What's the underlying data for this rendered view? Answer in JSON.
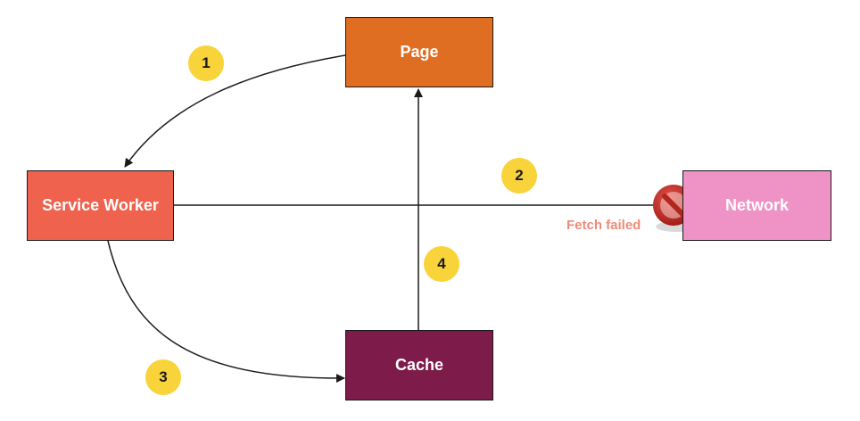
{
  "nodes": {
    "page": "Page",
    "service_worker": "Service Worker",
    "network": "Network",
    "cache": "Cache"
  },
  "steps": [
    "1",
    "2",
    "3",
    "4"
  ],
  "annotations": {
    "fetch_failed": "Fetch failed"
  },
  "icons": {
    "blocked": "no-entry-icon"
  },
  "colors": {
    "page": "#e06e22",
    "service_worker": "#ee624e",
    "network": "#ef92c5",
    "cache": "#7d1b4a",
    "badge": "#f8d33a",
    "fetch_failed_text": "#ef8a78",
    "blocked_icon": "#b3261e"
  }
}
